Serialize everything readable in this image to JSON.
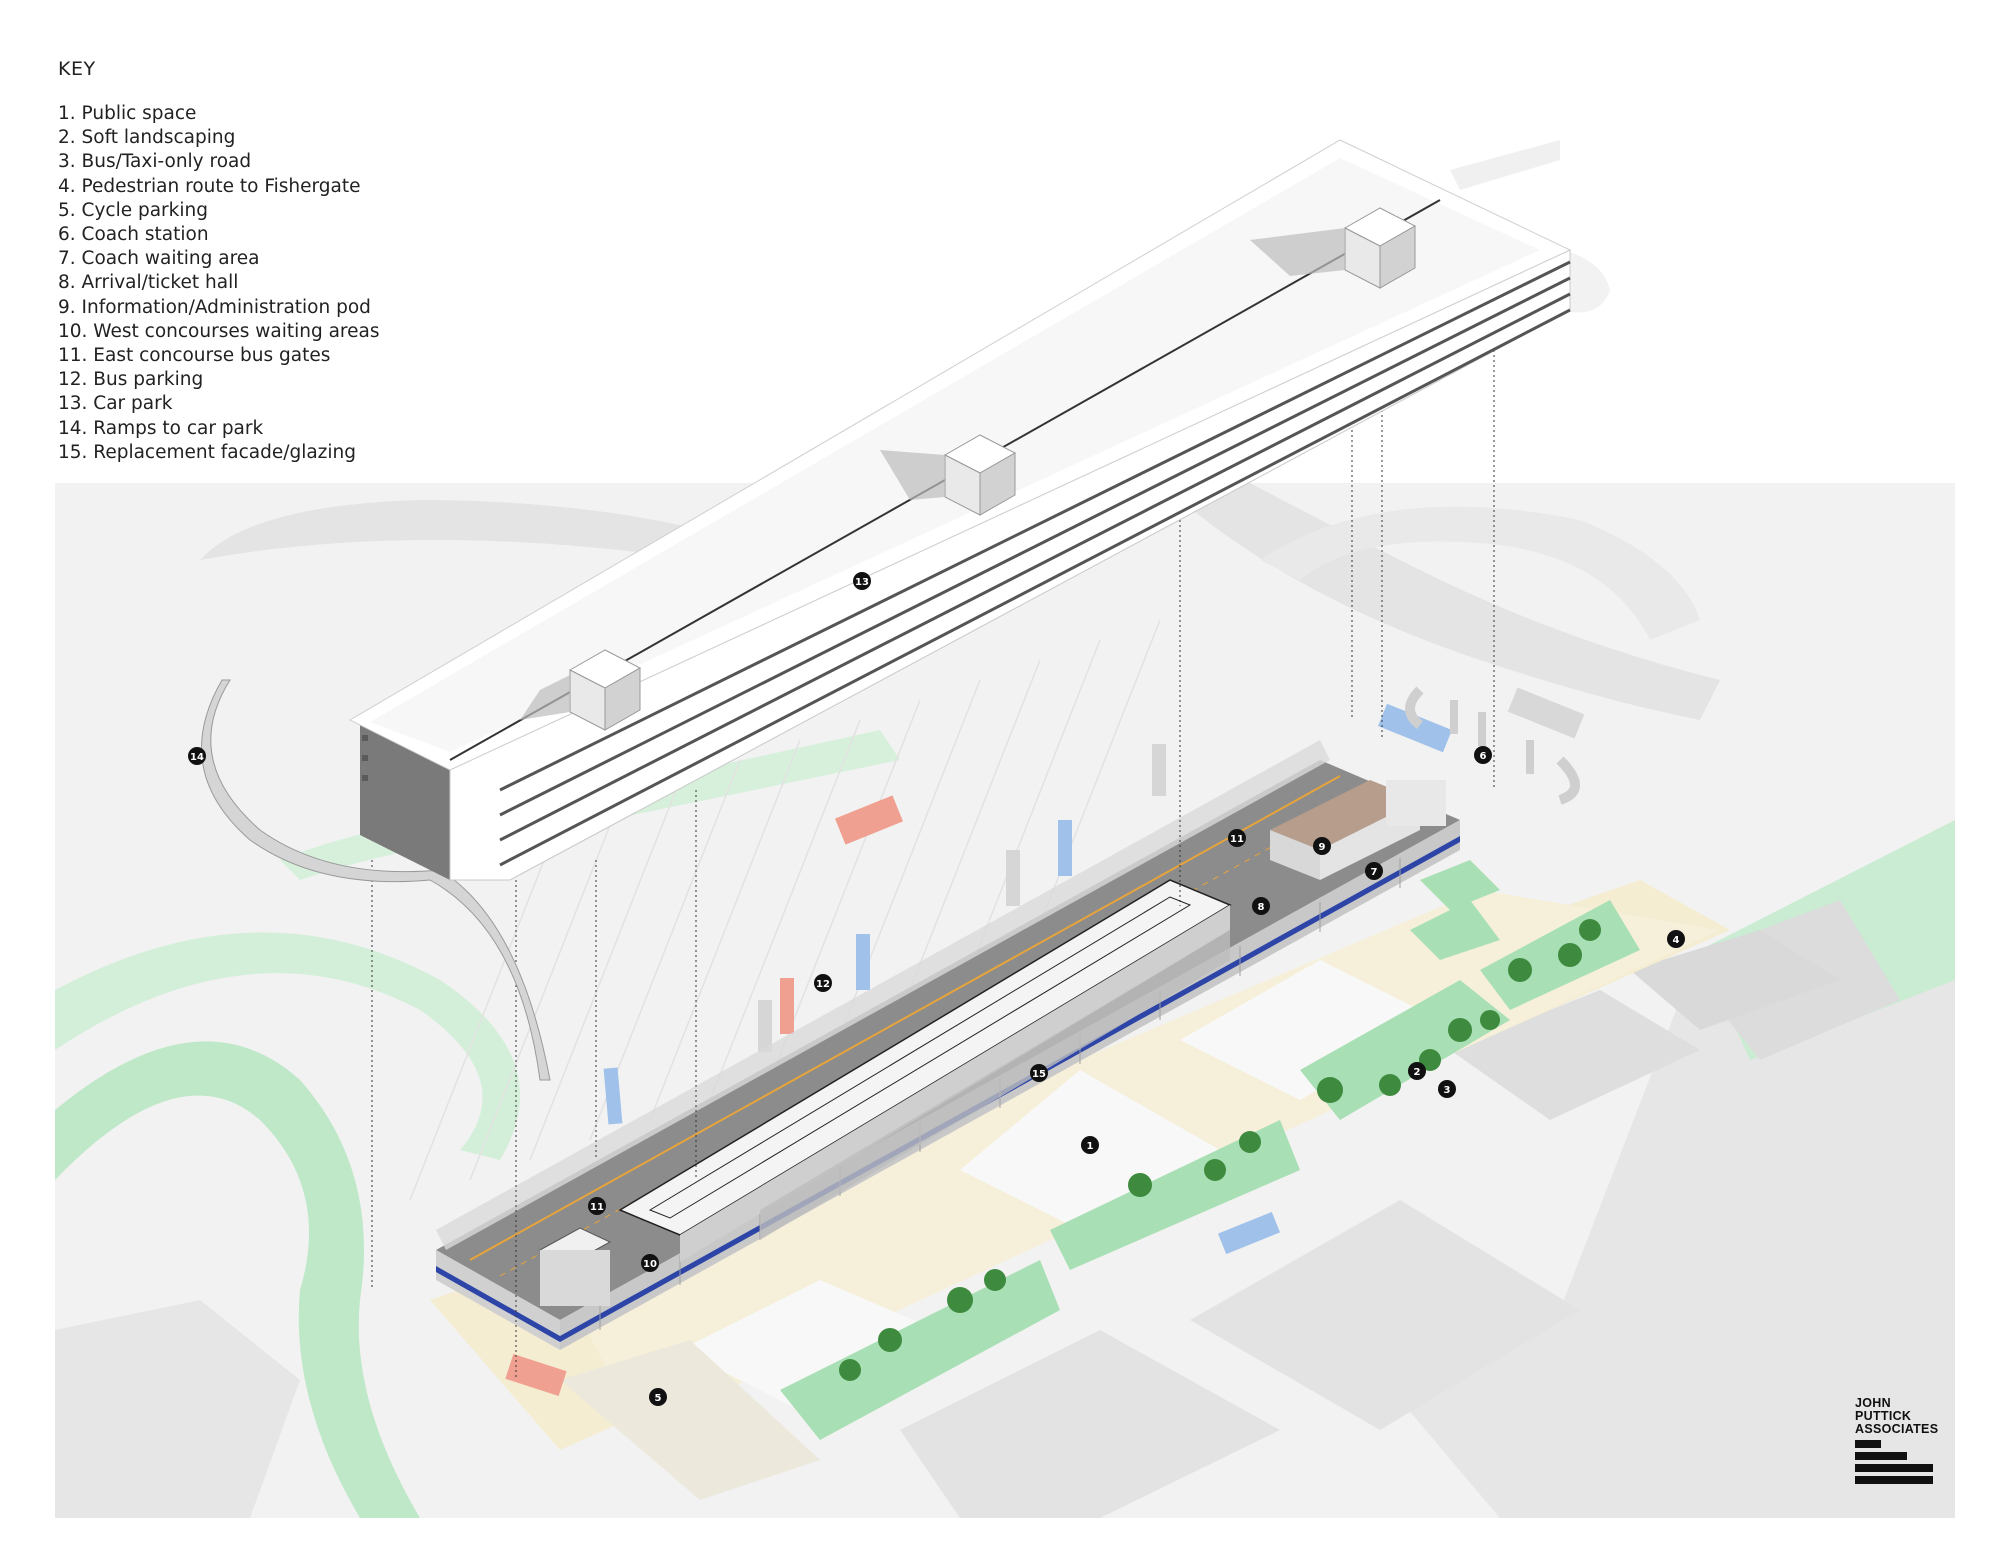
{
  "key": {
    "title": "KEY",
    "items": [
      "1.  Public space",
      "2. Soft landscaping",
      "3. Bus/Taxi-only road",
      "4. Pedestrian route to Fishergate",
      "5. Cycle parking",
      "6. Coach station",
      "7. Coach waiting area",
      "8. Arrival/ticket hall",
      "9. Information/Administration pod",
      "10. West concourses waiting areas",
      "11.  East concourse bus gates",
      "12. Bus parking",
      "13. Car park",
      "14. Ramps to car park",
      "15. Replacement facade/glazing"
    ]
  },
  "markers": [
    "1",
    "2",
    "3",
    "4",
    "5",
    "6",
    "7",
    "8",
    "9",
    "10",
    "11",
    "11",
    "12",
    "13",
    "14",
    "15"
  ],
  "logo": {
    "lines": [
      "JOHN",
      "PUTTICK",
      "ASSOCIATES"
    ]
  },
  "colors": {
    "landscape": "#a9dfb4",
    "paving": "#f4edd2",
    "bus_blue": "#9fc1ea",
    "bus_red": "#f0a090",
    "concourse_blue": "#2e45a8",
    "accent_orange": "#e6a43b",
    "car_park_roof": "#ffffff",
    "context_grey": "#e8e8e8"
  }
}
